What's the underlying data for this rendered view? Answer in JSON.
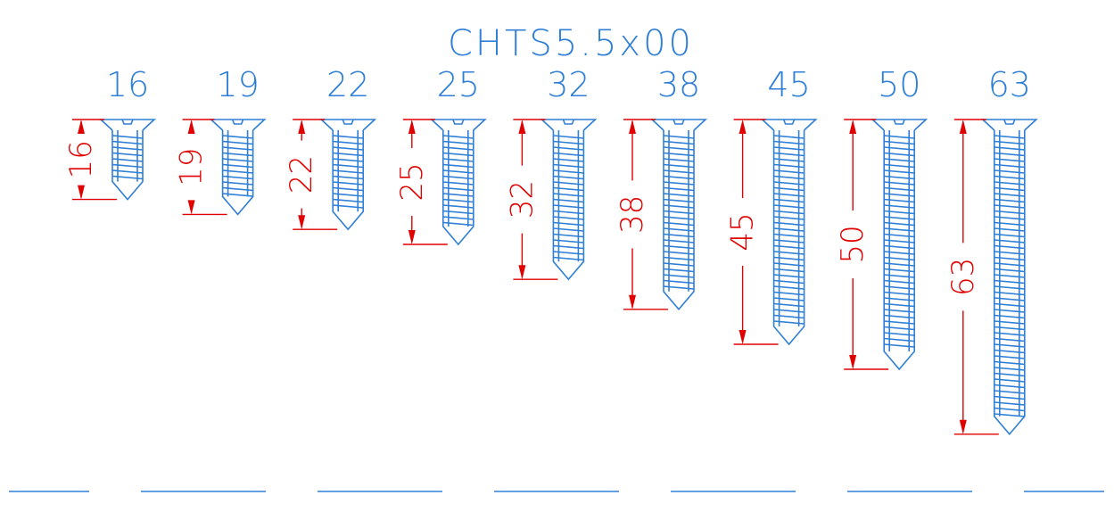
{
  "drawing": {
    "title": "CHTS5.5x00",
    "screws": [
      {
        "length_label": "16",
        "dimension_label": "16",
        "length": 16
      },
      {
        "length_label": "19",
        "dimension_label": "19",
        "length": 19
      },
      {
        "length_label": "22",
        "dimension_label": "22",
        "length": 22
      },
      {
        "length_label": "25",
        "dimension_label": "25",
        "length": 25
      },
      {
        "length_label": "32",
        "dimension_label": "32",
        "length": 32
      },
      {
        "length_label": "38",
        "dimension_label": "38",
        "length": 38
      },
      {
        "length_label": "45",
        "dimension_label": "45",
        "length": 45
      },
      {
        "length_label": "50",
        "dimension_label": "50",
        "length": 50
      },
      {
        "length_label": "63",
        "dimension_label": "63",
        "length": 63
      }
    ],
    "colors": {
      "outline": "#2f7fd6",
      "dimension": "#e00000",
      "background": "#ffffff"
    }
  }
}
